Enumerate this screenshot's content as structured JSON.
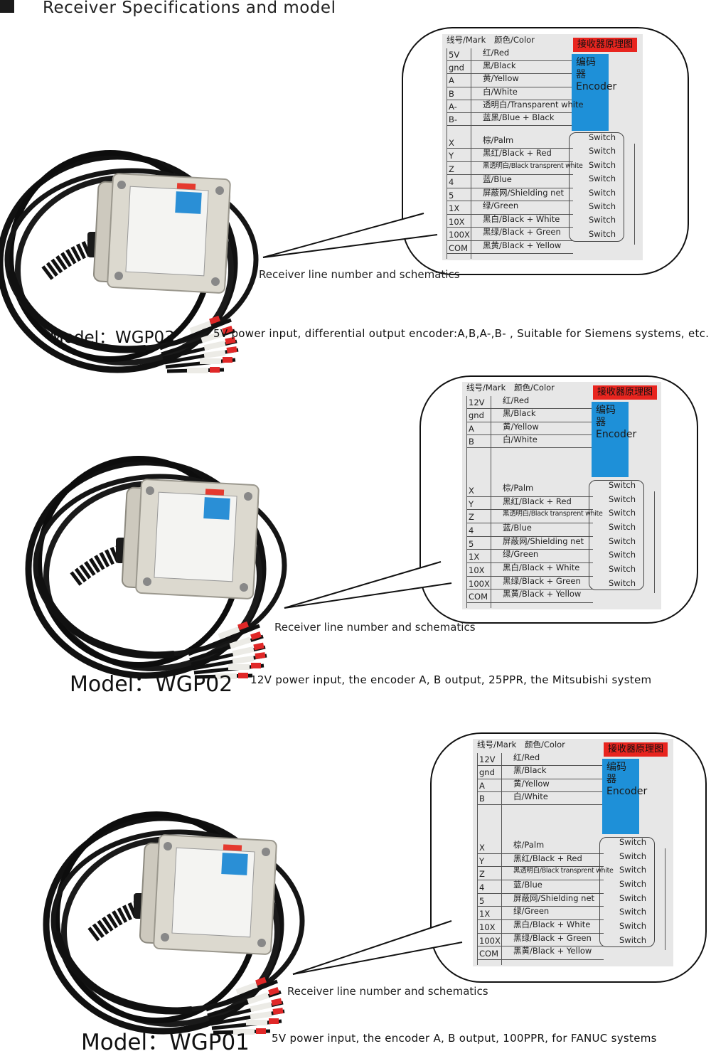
{
  "header": {
    "title": "Receiver Specifications and model"
  },
  "schematic": {
    "col_mark": "线号/Mark",
    "col_color": "颜色/Color",
    "badge": "接收器原理图",
    "encoder_cn": "编码器",
    "encoder_en": "Encoder",
    "switch_label": "Switch"
  },
  "sections": [
    {
      "caption": "Receiver line number and schematics",
      "model_label": "Model：WGP03",
      "description": "5V power input, differential output encoder:A,B,A-,B- , Suitable for Siemens systems, etc.",
      "power_rows": [
        {
          "mark": "5V",
          "color": "红/Red"
        },
        {
          "mark": "gnd",
          "color": "黑/Black"
        },
        {
          "mark": "A",
          "color": "黄/Yellow"
        },
        {
          "mark": "B",
          "color": "白/White"
        },
        {
          "mark": "A-",
          "color": "透明白/Transparent white"
        },
        {
          "mark": "B-",
          "color": "蓝黑/Blue + Black"
        }
      ],
      "switch_rows": [
        {
          "mark": "X",
          "color": "棕/Palm"
        },
        {
          "mark": "Y",
          "color": "黑红/Black + Red"
        },
        {
          "mark": "Z",
          "color": "黑透明白/Black transprent white"
        },
        {
          "mark": "4",
          "color": "蓝/Blue"
        },
        {
          "mark": "5",
          "color": "屏蔽网/Shielding net"
        },
        {
          "mark": "1X",
          "color": "绿/Green"
        },
        {
          "mark": "10X",
          "color": "黑白/Black + White"
        },
        {
          "mark": "100X",
          "color": "黑绿/Black + Green"
        },
        {
          "mark": "COM",
          "color": "黑黄/Black + Yellow"
        }
      ]
    },
    {
      "caption": "Receiver line number and schematics",
      "model_label": "Model：WGP02",
      "description": "12V power input, the encoder A, B output, 25PPR, the Mitsubishi system",
      "power_rows": [
        {
          "mark": "12V",
          "color": "红/Red"
        },
        {
          "mark": "gnd",
          "color": "黑/Black"
        },
        {
          "mark": "A",
          "color": "黄/Yellow"
        },
        {
          "mark": "B",
          "color": "白/White"
        }
      ],
      "switch_rows": [
        {
          "mark": "X",
          "color": "棕/Palm"
        },
        {
          "mark": "Y",
          "color": "黑红/Black + Red"
        },
        {
          "mark": "Z",
          "color": "黑透明白/Black transprent white"
        },
        {
          "mark": "4",
          "color": "蓝/Blue"
        },
        {
          "mark": "5",
          "color": "屏蔽网/Shielding net"
        },
        {
          "mark": "1X",
          "color": "绿/Green"
        },
        {
          "mark": "10X",
          "color": "黑白/Black + White"
        },
        {
          "mark": "100X",
          "color": "黑绿/Black + Green"
        },
        {
          "mark": "COM",
          "color": "黑黄/Black + Yellow"
        }
      ]
    },
    {
      "caption": "Receiver line number and schematics",
      "model_label": "Model：WGP01",
      "description": "5V power input, the encoder A, B output, 100PPR, for FANUC systems",
      "power_rows": [
        {
          "mark": "12V",
          "color": "红/Red"
        },
        {
          "mark": "gnd",
          "color": "黑/Black"
        },
        {
          "mark": "A",
          "color": "黄/Yellow"
        },
        {
          "mark": "B",
          "color": "白/White"
        }
      ],
      "switch_rows": [
        {
          "mark": "X",
          "color": "棕/Palm"
        },
        {
          "mark": "Y",
          "color": "黑红/Black + Red"
        },
        {
          "mark": "Z",
          "color": "黑透明白/Black transprent white"
        },
        {
          "mark": "4",
          "color": "蓝/Blue"
        },
        {
          "mark": "5",
          "color": "屏蔽网/Shielding net"
        },
        {
          "mark": "1X",
          "color": "绿/Green"
        },
        {
          "mark": "10X",
          "color": "黑白/Black + White"
        },
        {
          "mark": "100X",
          "color": "黑绿/Black + Green"
        },
        {
          "mark": "COM",
          "color": "黑黄/Black + Yellow"
        }
      ]
    }
  ],
  "colors": {
    "badge_red": "#e8251f",
    "encoder_blue": "#1e90d8",
    "schematic_bg": "#e7e7e7",
    "cable_black": "#111111",
    "housing": "#d9d6cc"
  },
  "icons": [
    "receiver-box-icon",
    "cable-coil-icon",
    "wire-terminal-icon",
    "cable-gland-icon"
  ]
}
